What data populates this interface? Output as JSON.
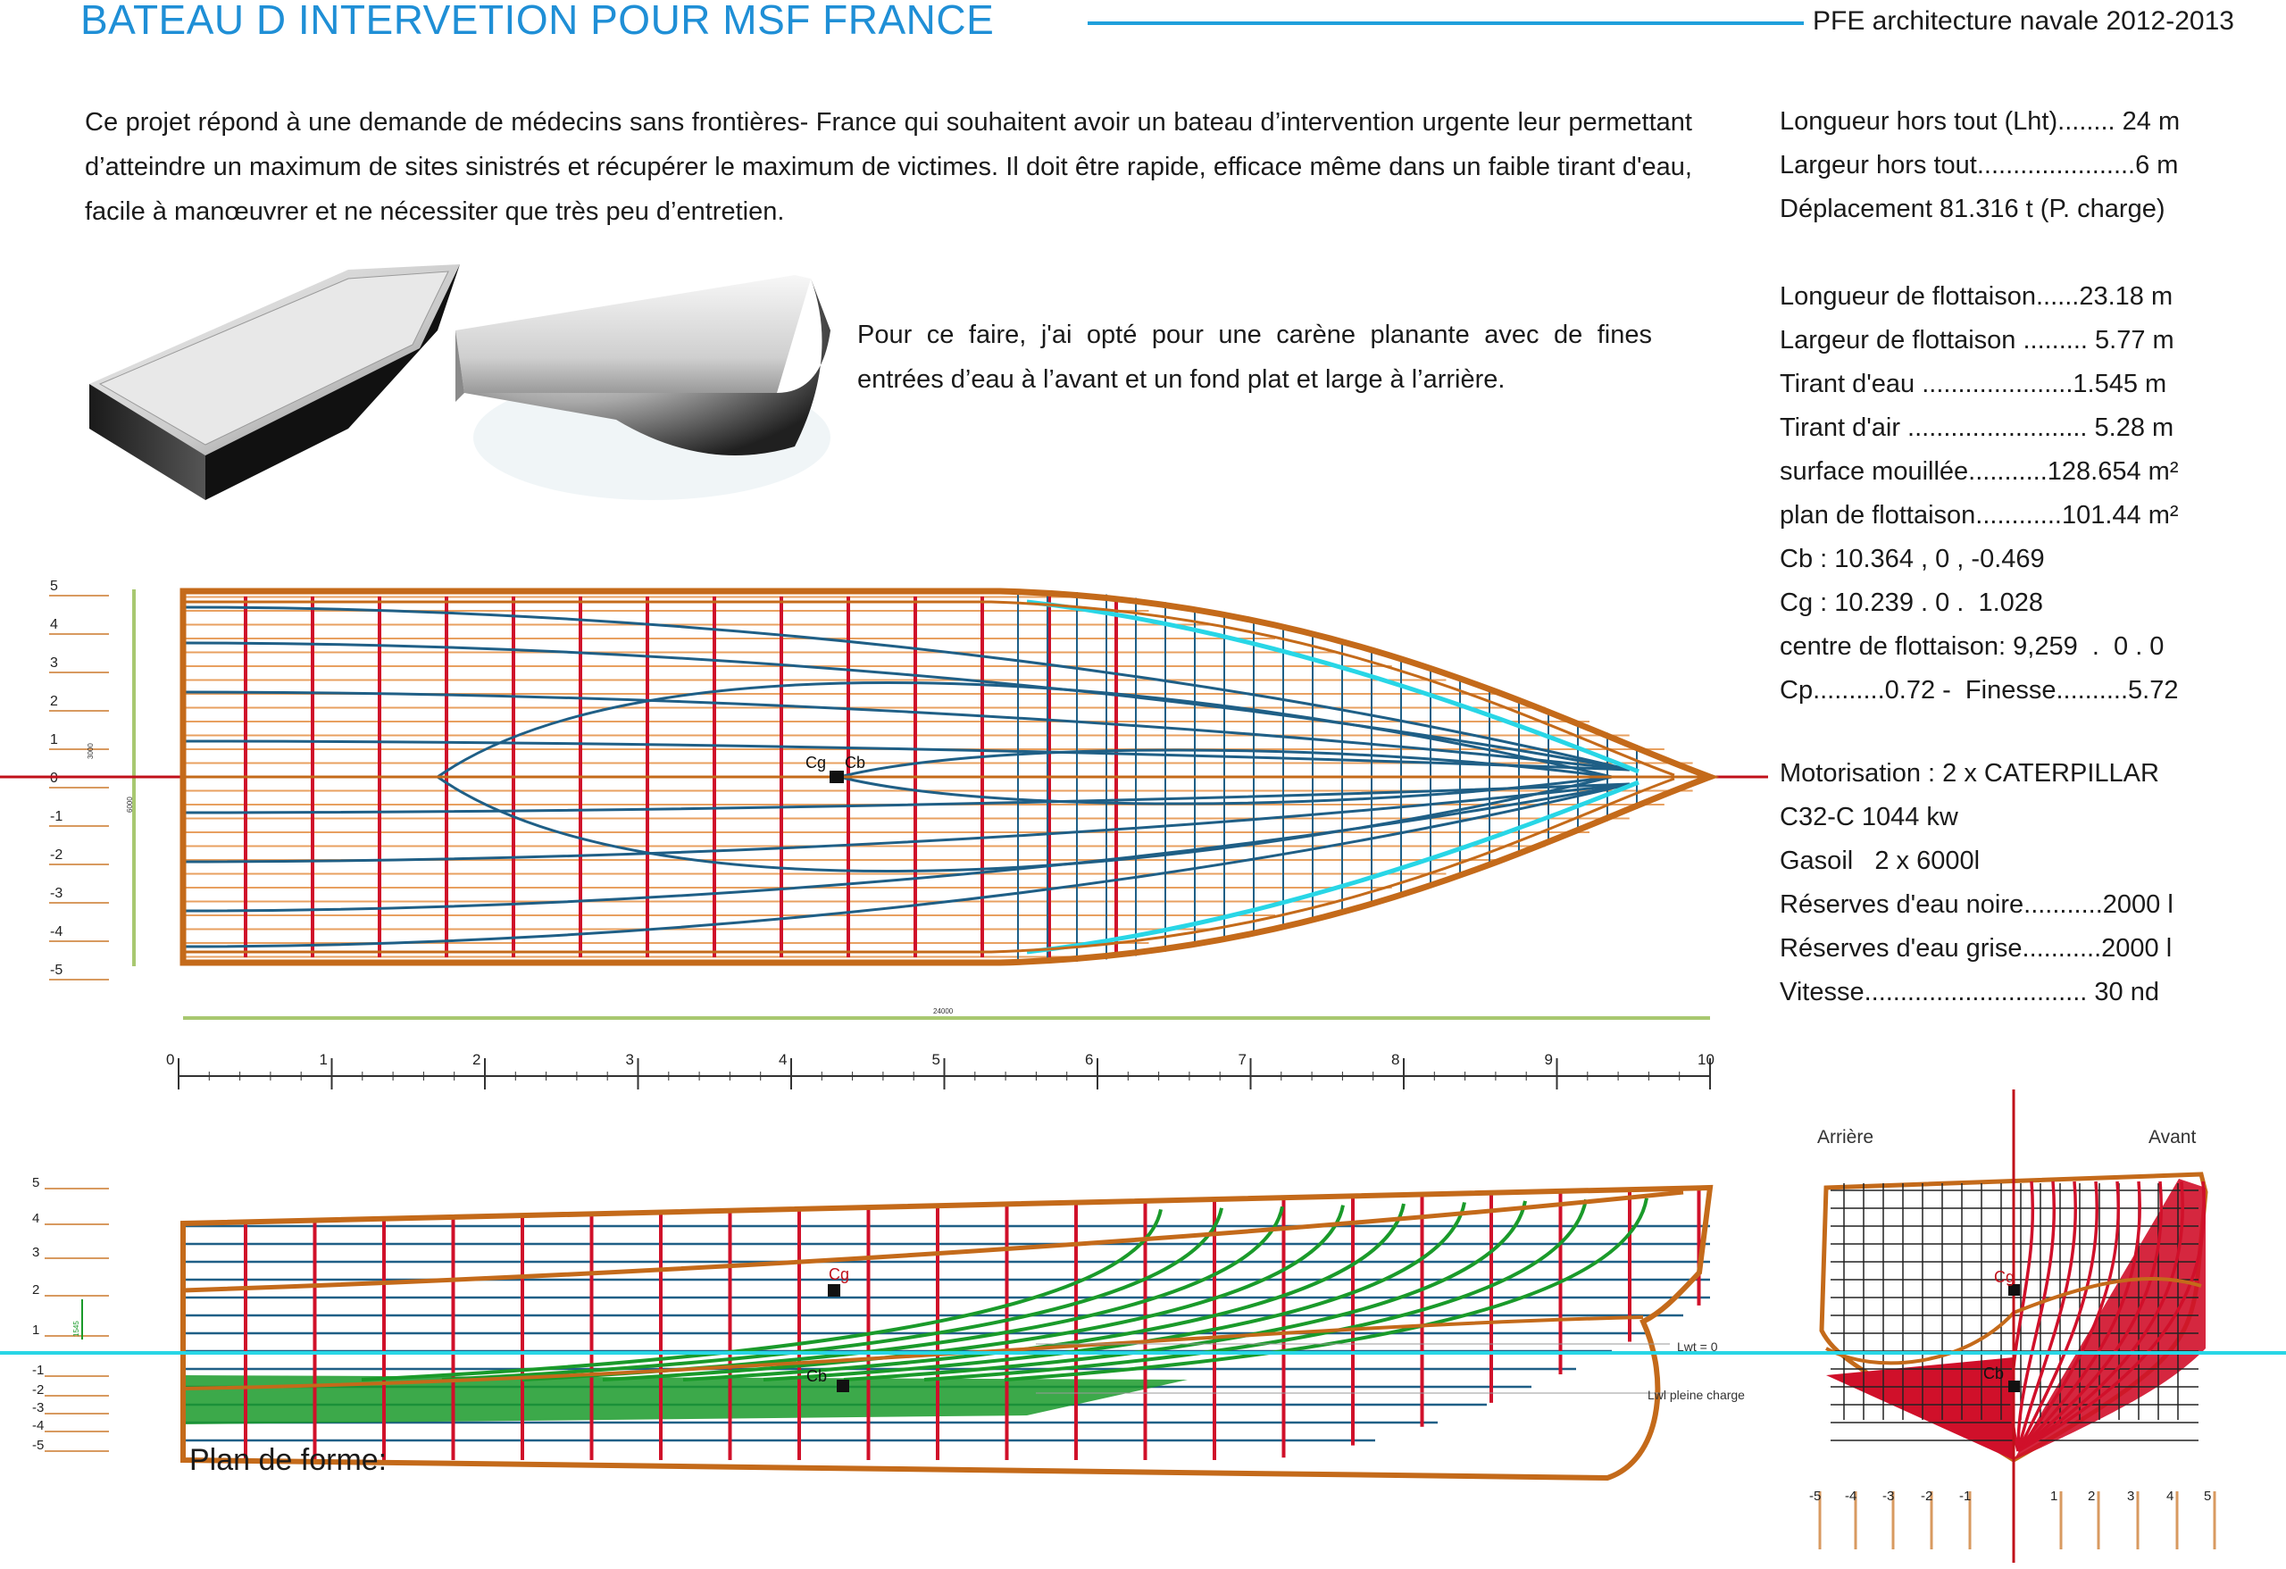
{
  "header": {
    "title": "BATEAU D INTERVETION POUR MSF FRANCE",
    "subtitle": "PFE  architecture navale 2012-2013"
  },
  "intro": "Ce projet répond à une demande de médecins sans frontières- France  qui souhaitent avoir un bateau d’intervention urgente leur permettant d’atteindre un maximum de sites sinistrés et récupérer le maximum de victimes. Il doit être rapide, efficace même dans un faible tirant d'eau, facile à manœuvrer  et ne nécessiter que très peu d’entretien.",
  "choice": "Pour ce faire, j'ai opté pour une carène planante avec de fines entrées d’eau à l’avant et un fond plat et large à l’arrière.",
  "specs": {
    "group1": [
      "Longueur hors tout (Lht)........ 24 m",
      "Largeur hors tout......................6 m",
      "Déplacement 81.316 t (P. charge)"
    ],
    "group2": [
      "Longueur de flottaison......23.18 m",
      "Largeur de flottaison ......... 5.77 m",
      "Tirant d'eau .....................1.545 m",
      "Tirant d'air ......................... 5.28 m",
      "surface mouillée...........128.654 m²",
      "plan de flottaison............101.44 m²",
      "Cb : 10.364 , 0 , -0.469",
      "Cg : 10.239 . 0 .  1.028",
      "centre de flottaison: 9,259  .  0 . 0",
      "Cp..........0.72 -  Finesse..........5.72"
    ],
    "group3": [
      "Motorisation : 2 x CATERPILLAR",
      "C32-C 1044 kw",
      "Gasoil   2 x 6000l",
      "Réserves d'eau noire...........2000 l",
      "Réserves d'eau grise...........2000 l",
      "Vitesse............................... 30 nd"
    ]
  },
  "plan": {
    "caption": "Plan de forme:",
    "half_breadth_scale": [
      "5",
      "4",
      "3",
      "2",
      "1",
      "0",
      "-1",
      "-2",
      "-3",
      "-4",
      "-5"
    ],
    "station_ticks": [
      "0",
      "1",
      "2",
      "3",
      "4",
      "5",
      "6",
      "7",
      "8",
      "9",
      "10"
    ],
    "profile_scale": [
      "5",
      "4",
      "3",
      "2",
      "1",
      "-1",
      "-2",
      "-3",
      "-4",
      "-5"
    ],
    "body_scale": [
      "-5",
      "-4",
      "-3",
      "-2",
      "-1",
      "1",
      "2",
      "3",
      "4",
      "5"
    ],
    "length_dim": "24000",
    "width_dim": "6000",
    "labels": {
      "cg": "Cg",
      "cb": "Cb",
      "lwt0": "Lwt = 0",
      "lwt_full": "Lwl pleine charge",
      "arriere": "Arrière",
      "avant": "Avant"
    }
  },
  "colors": {
    "title": "#1f8fd6",
    "station": "#d0102a",
    "outline": "#c46a1a",
    "waterline": "#e8a060",
    "buttock": "#1f5f86",
    "green": "#1a9a2a",
    "cyan": "#28d6e6"
  }
}
